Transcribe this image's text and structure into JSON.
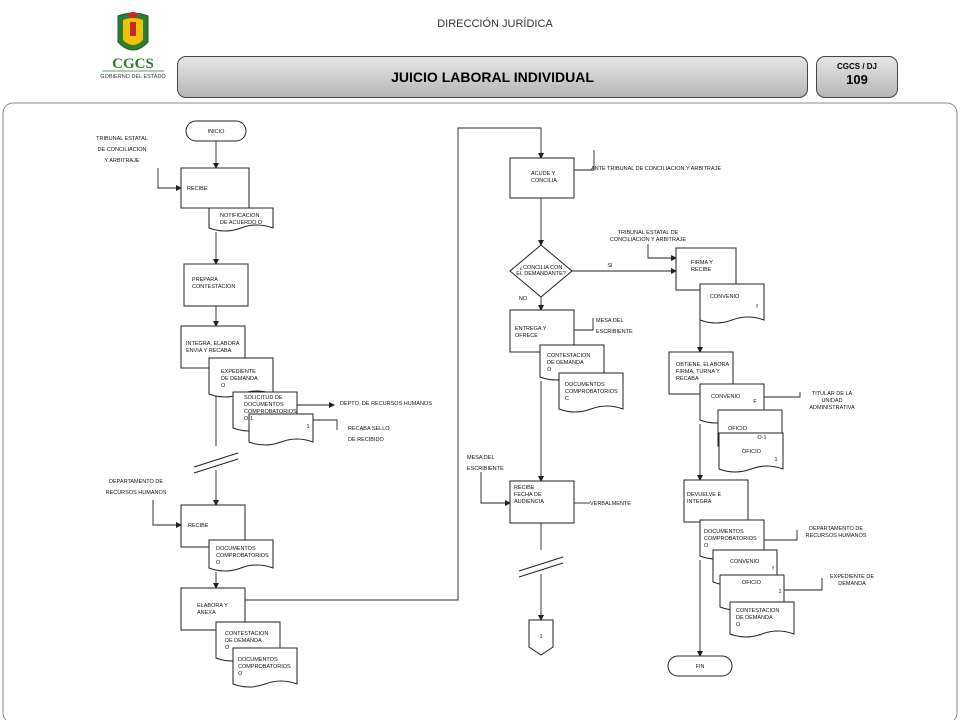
{
  "header": {
    "department": "DIRECCIÓN JURÍDICA",
    "title": "JUICIO LABORAL INDIVIDUAL",
    "code_label": "CGCS / DJ",
    "page_number": "109"
  },
  "logo": {
    "text": "CGCS",
    "subtitle": "GOBIERNO DEL ESTADO"
  },
  "colors": {
    "line": "#222222",
    "box_fill": "#ffffff",
    "title_bar": "#c8c8c8",
    "logo_green": "#2e7d32",
    "logo_yellow": "#f2c200",
    "logo_red": "#c62828"
  },
  "flow": {
    "start": "INICIO",
    "end": "FIN",
    "connector": "1",
    "col1": {
      "actor_tribunal": [
        "TRIBUNAL ESTATAL",
        "DE CONCILIACION",
        "Y ARBITRAJE"
      ],
      "recibe": "RECIBE",
      "notificacion": [
        "NOTIFICACION",
        "DE ACUERDO  O"
      ],
      "prepara": [
        "PREPARA",
        "CONTESTACION"
      ],
      "integra": [
        "INTEGRA, ELABORA",
        "ENVIA Y RECABA"
      ],
      "expediente": [
        "EXPEDIENTE",
        "DE DEMANDA",
        "O"
      ],
      "solicitud": [
        "SOLICITUD DE",
        "DOCUMENTOS",
        "COMPROBATORIOS",
        "O-1"
      ],
      "copy_1": "1",
      "depto_rh": "DEPTO. DE RECURSOS HUMANOS",
      "recaba": [
        "RECABA SELLO",
        "DE RECIBIDO"
      ],
      "actor_rh": [
        "DEPARTAMENTO DE",
        "RECURSOS HUMANOS"
      ],
      "recibe2": "RECIBE",
      "docs1": [
        "DOCUMENTOS",
        "COMPROBATORIOS",
        "O"
      ],
      "elabora": [
        "ELABORA Y",
        "ANEXA"
      ],
      "contestacion": [
        "CONTESTACION",
        "DE DEMANDA",
        "O"
      ],
      "docs2": [
        "DOCUMENTOS",
        "COMPROBATORIOS",
        "O"
      ]
    },
    "col2": {
      "acude": [
        "ACUDE Y",
        "CONCILIA"
      ],
      "ante": "ANTE TRIBUNAL DE CONCILIACION Y ARBITRAJE",
      "decision": [
        "¿CONCILIA CON",
        "EL DEMANDANTE?"
      ],
      "si": "SI",
      "no": "NO",
      "entrega": [
        "ENTREGA Y",
        "OFRECE"
      ],
      "mesa1": [
        "MESA DEL",
        "ESCRIBIENTE"
      ],
      "contestacion": [
        "CONTESTACION",
        "DE DEMANDA",
        "O"
      ],
      "docs": [
        "DOCUMENTOS",
        "COMPROBATORIOS",
        "C"
      ],
      "mesa2": [
        "MESA DEL",
        "ESCRIBIENTE"
      ],
      "recibe_fecha": [
        "RECIBE",
        "FECHA DE",
        "AUDIENCIA"
      ],
      "verbalmente": "VERBALMENTE"
    },
    "col3": {
      "tribunal": [
        "TRIBUNAL ESTATAL DE",
        "CONCILIACION Y ARBITRAJE"
      ],
      "firma": [
        "FIRMA Y",
        "RECIBE"
      ],
      "convenio1": [
        "CONVENIO",
        "f"
      ],
      "obtiene": [
        "OBTIENE, ELABORA",
        "FIRMA, TURNA Y",
        "RECABA"
      ],
      "convenio2": [
        "CONVENIO",
        "F"
      ],
      "oficio1": [
        "OFICIO",
        "O-1"
      ],
      "oficio2": [
        "OFICIO",
        "1"
      ],
      "titular": [
        "TITULAR DE LA",
        "UNIDAD",
        "ADMINISTRATIVA"
      ],
      "devuelve": [
        "DEVUELVE E",
        "INTEGRA"
      ],
      "docs": [
        "DOCUMENTOS",
        "COMPROBATORIOS",
        "O"
      ],
      "convenio3": [
        "CONVENIO",
        "f"
      ],
      "oficio3": [
        "OFICIO",
        "1"
      ],
      "contestacion": [
        "CONTESTACION",
        "DE DEMANDA",
        "O"
      ],
      "depto_rh": [
        "DEPARTAMENTO DE",
        "RECURSOS HUMANOS"
      ],
      "expediente": [
        "EXPEDIENTE DE",
        "DEMANDA"
      ]
    }
  }
}
